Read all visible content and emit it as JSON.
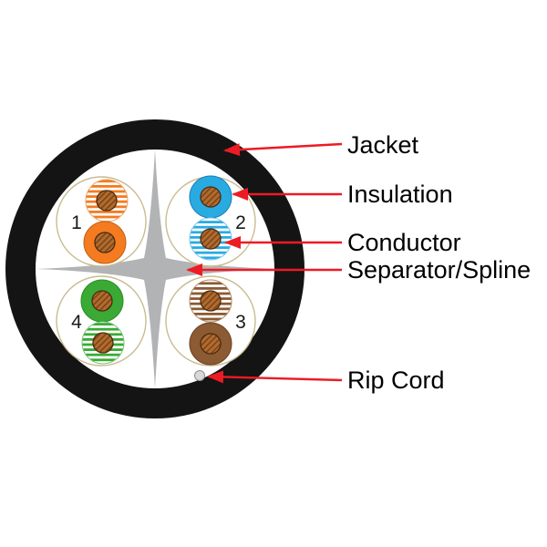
{
  "diagram": {
    "type": "cable-cross-section",
    "callouts": {
      "jacket": "Jacket",
      "insulation": "Insulation",
      "conductor": "Conductor",
      "separator": "Separator/Spline",
      "rip_cord": "Rip Cord"
    },
    "pairs": [
      {
        "number": "1",
        "position": "top-left",
        "color": "#F47B20"
      },
      {
        "number": "2",
        "position": "top-right",
        "color": "#29ABE2"
      },
      {
        "number": "3",
        "position": "bottom-right",
        "color": "#8C5A33"
      },
      {
        "number": "4",
        "position": "bottom-left",
        "color": "#3AAA35"
      }
    ],
    "colors": {
      "jacket": "#141414",
      "interior": "#FFFFFF",
      "spline": "#B2B3B5",
      "pair_ring": "#C9BC92",
      "conductor_copper": "#B26B2F",
      "conductor_hatch": "#7A4517",
      "arrow": "#EC1B24",
      "rip_cord": "#D8D8D8"
    }
  }
}
